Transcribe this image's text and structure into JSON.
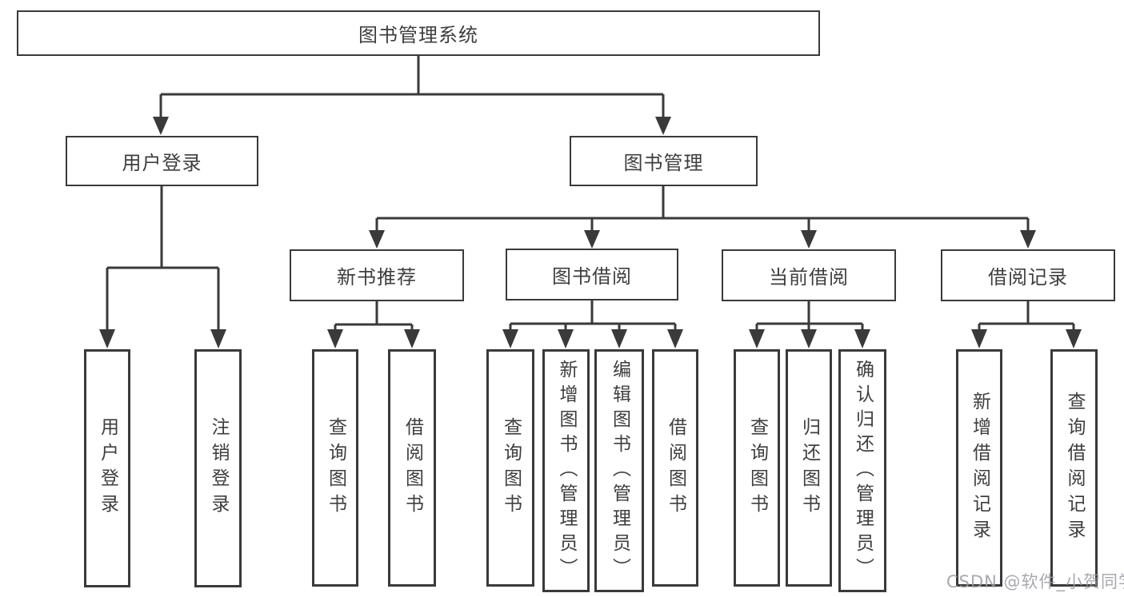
{
  "diagram": {
    "title": "图书管理系统",
    "colors": {
      "line": "#3a3a3a",
      "box_border": "#3a3a3a",
      "text": "#3e3e3e",
      "background": "#ffffff",
      "watermark": "#9a9aa2"
    },
    "watermark": "CSDN @软件_小贺同学",
    "tree": {
      "root": "图书管理系统",
      "user_login": {
        "label": "用户登录",
        "leaves": [
          "用户登录",
          "注销登录"
        ]
      },
      "book_mgmt": {
        "label": "图书管理",
        "groups": [
          {
            "label": "新书推荐",
            "leaves": [
              "查询图书",
              "借阅图书"
            ]
          },
          {
            "label": "图书借阅",
            "leaves": [
              "查询图书",
              "新增图书（管理员）",
              "编辑图书（管理员）",
              "借阅图书"
            ]
          },
          {
            "label": "当前借阅",
            "leaves": [
              "查询图书",
              "归还图书",
              "确认归还（管理员）"
            ]
          },
          {
            "label": "借阅记录",
            "leaves": [
              "新增借阅记录",
              "查询借阅记录"
            ]
          }
        ]
      }
    }
  }
}
